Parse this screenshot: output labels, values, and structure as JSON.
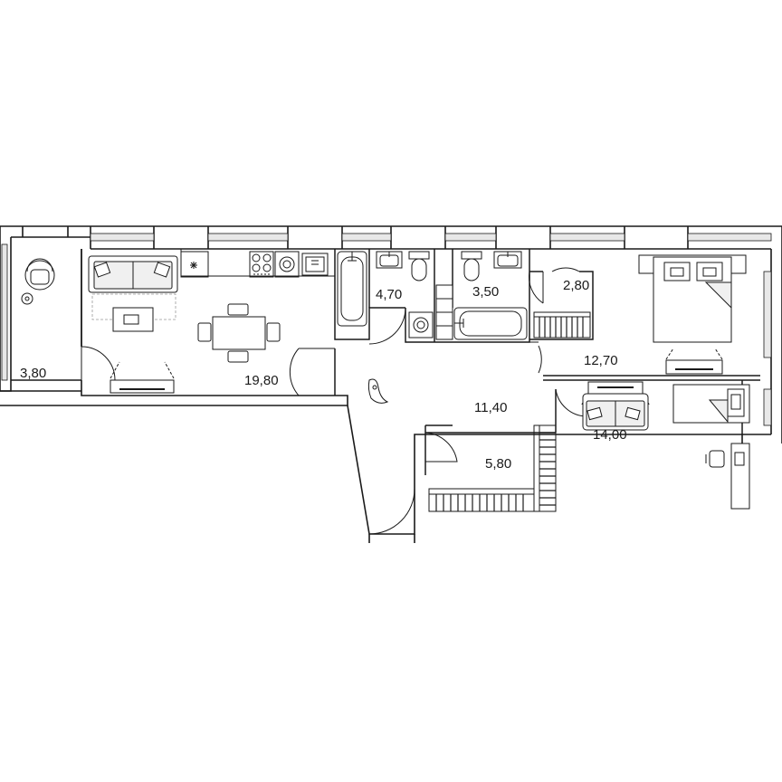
{
  "plan": {
    "background": "#ffffff",
    "stroke_color": "#1a1a1a",
    "glass_color": "#e8e8e8",
    "rooms": [
      {
        "id": "balcony",
        "area": "3,80"
      },
      {
        "id": "living-kitchen",
        "area": "19,80"
      },
      {
        "id": "bathroom-1",
        "area": "4,70"
      },
      {
        "id": "bathroom-2",
        "area": "3,50"
      },
      {
        "id": "closet-1",
        "area": "2,80"
      },
      {
        "id": "bedroom-1",
        "area": "12,70"
      },
      {
        "id": "hall",
        "area": "11,40"
      },
      {
        "id": "closet-2",
        "area": "5,80"
      },
      {
        "id": "bedroom-2",
        "area": "14,00"
      }
    ],
    "icons": [
      "armchair-icon",
      "sofa-icon",
      "coffee-table-icon",
      "tv-icon",
      "dining-table-icon",
      "chair-icon",
      "fridge-icon",
      "stove-icon",
      "washing-machine-icon",
      "sink-icon",
      "bathtub-icon",
      "toilet-icon",
      "double-bed-icon",
      "single-bed-icon",
      "desk-icon",
      "wardrobe-icon",
      "door-icon",
      "window-icon",
      "robot-vacuum-icon",
      "snowflake-icon"
    ]
  }
}
